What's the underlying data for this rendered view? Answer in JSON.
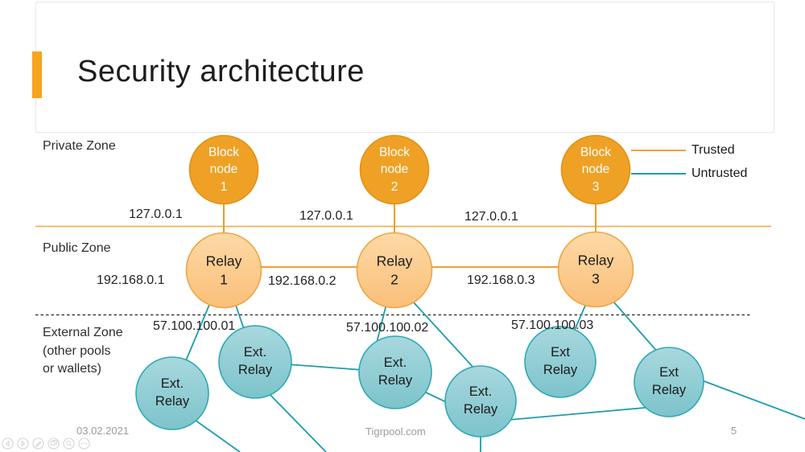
{
  "title": {
    "text": "Security architecture"
  },
  "legend": {
    "trusted": "Trusted",
    "untrusted": "Untrusted"
  },
  "zones": {
    "private": "Private Zone",
    "public": "Public Zone",
    "external": "External Zone\n(other pools\nor wallets)"
  },
  "ips": {
    "loopback": [
      "127.0.0.1",
      "127.0.0.1",
      "127.0.0.1"
    ],
    "public": [
      "192.168.0.1",
      "192.168.0.2",
      "192.168.0.3"
    ],
    "external": [
      "57.100.100.01",
      "57.100.100.02",
      "57.100.100.03"
    ]
  },
  "nodes": {
    "block": [
      "Block\nnode\n1",
      "Block\nnode\n2",
      "Block\nnode\n3"
    ],
    "relay": [
      "Relay\n1",
      "Relay\n2",
      "Relay\n3"
    ],
    "ext": [
      "Ext.\nRelay",
      "Ext.\nRelay",
      "Ext.\nRelay",
      "Ext.\nRelay",
      "Ext\nRelay",
      "Ext\nRelay"
    ]
  },
  "footer": {
    "date": "03.02.2021",
    "site": "Tigrpool.com",
    "page": "5"
  },
  "colors": {
    "trusted_line": "#F2A236",
    "untrusted_line": "#1B9DAD",
    "block_fill": "#EFA126",
    "block_stroke": "#E09213",
    "relay_stroke": "#F0A443",
    "ext_stroke": "#2FA9B5",
    "accent_bar": "#F5A41F"
  },
  "icons": [
    "previous-slide",
    "next-slide",
    "pen",
    "all-slides",
    "zoom",
    "more-options"
  ]
}
